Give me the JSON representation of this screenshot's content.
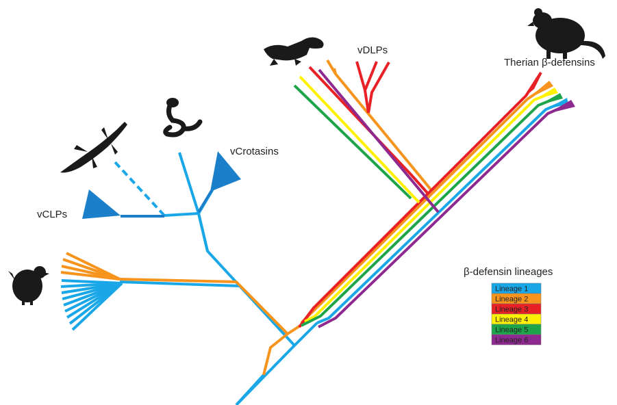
{
  "labels": {
    "vdlps": "vDLPs",
    "therian": "Therian β-defensins",
    "vcrotasins": "vCrotasins",
    "vclps": "vCLPs"
  },
  "legend": {
    "title": "β-defensin lineages",
    "items": [
      {
        "label": "Lineage 1",
        "color": "#1aa7e8"
      },
      {
        "label": "Lineage 2",
        "color": "#f7941d"
      },
      {
        "label": "Lineage 3",
        "color": "#e82127"
      },
      {
        "label": "Lineage 4",
        "color": "#fff200"
      },
      {
        "label": "Lineage 5",
        "color": "#1ea54a"
      },
      {
        "label": "Lineage 6",
        "color": "#8e2a8f"
      }
    ]
  },
  "silhouettes": [
    "rat-icon",
    "platypus-icon",
    "snake-icon",
    "lizard-icon",
    "chicken-icon"
  ],
  "colors": {
    "lineage1": "#1aa7e8",
    "lineage2": "#f7941d",
    "lineage3": "#e82127",
    "lineage4": "#fff200",
    "lineage5": "#1ea54a",
    "lineage6": "#8e2a8f",
    "vclp_blue": "#1b7fc9",
    "silhouette": "#1a1a1a"
  }
}
